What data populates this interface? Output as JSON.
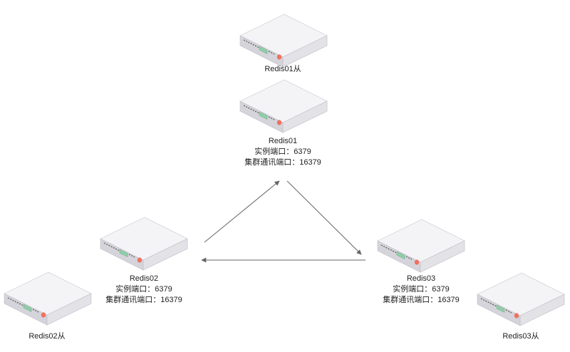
{
  "nodes": [
    {
      "id": "redis01-slave",
      "name": "Redis01从",
      "lines": []
    },
    {
      "id": "redis01",
      "name": "Redis01",
      "lines": [
        "实例端口：6379",
        "集群通讯端口：16379"
      ]
    },
    {
      "id": "redis02",
      "name": "Redis02",
      "lines": [
        "实例端口：6379",
        "集群通讯端口：16379"
      ]
    },
    {
      "id": "redis03",
      "name": "Redis03",
      "lines": [
        "实例端口：6379",
        "集群通讯端口：16379"
      ]
    },
    {
      "id": "redis02-slave",
      "name": "Redis02从",
      "lines": []
    },
    {
      "id": "redis03-slave",
      "name": "Redis03从",
      "lines": []
    }
  ],
  "edges": [
    {
      "from": "redis02",
      "to": "redis01"
    },
    {
      "from": "redis01",
      "to": "redis03"
    },
    {
      "from": "redis03",
      "to": "redis02"
    }
  ],
  "colors": {
    "server_top": "#f4f4f6",
    "server_left": "#d4d4da",
    "server_right": "#e2e2e7",
    "led_green": "#8fcfa8",
    "led_red": "#f07060",
    "arrow": "#666666"
  }
}
